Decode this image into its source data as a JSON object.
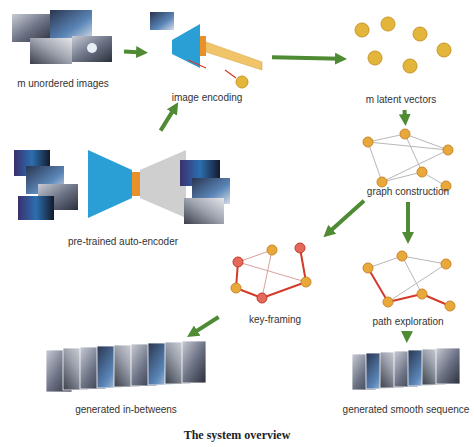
{
  "diagram": {
    "caption": "The system overview",
    "nodes": [
      {
        "text": [
          "m unordered images"
        ]
      },
      {
        "text": [
          "image encoding"
        ]
      },
      {
        "text": [
          "m latent vectors"
        ]
      },
      {
        "text": [
          "graph construction"
        ]
      },
      {
        "text": [
          "pre-trained auto-encoder"
        ]
      },
      {
        "text": [
          "key-framing"
        ]
      },
      {
        "text": [
          "path exploration"
        ]
      },
      {
        "text": [
          "generated in-betweens"
        ]
      },
      {
        "text": [
          "generated smooth sequence"
        ]
      }
    ],
    "edges": [
      {
        "from": 0,
        "to": 1,
        "arrow": "to"
      },
      {
        "from": 1,
        "to": 2,
        "arrow": "to"
      },
      {
        "from": 4,
        "to": 1,
        "arrow": "to"
      },
      {
        "from": 2,
        "to": 3,
        "arrow": "to"
      },
      {
        "from": 3,
        "to": 6,
        "arrow": "to"
      },
      {
        "from": 3,
        "to": 5,
        "arrow": "to"
      },
      {
        "from": 6,
        "to": 8,
        "arrow": "to"
      },
      {
        "from": 5,
        "to": 7,
        "arrow": "to"
      }
    ]
  }
}
